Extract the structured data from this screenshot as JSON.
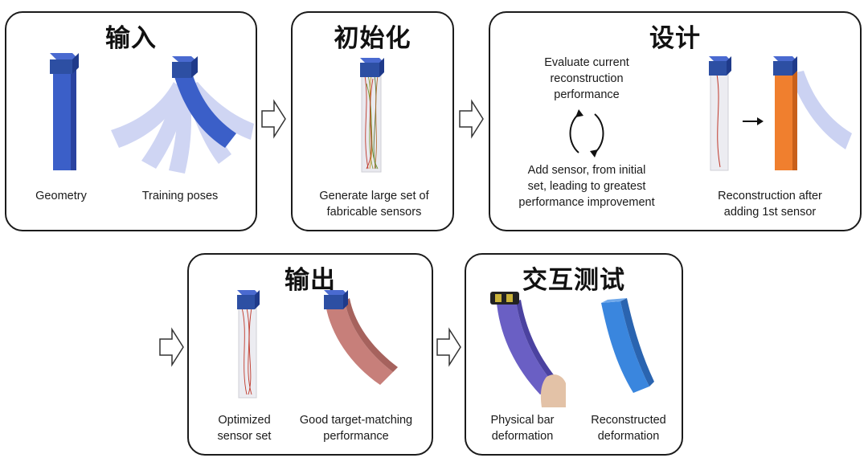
{
  "panels": {
    "input": {
      "title": "输入",
      "captions": {
        "geometry": "Geometry",
        "training_poses": "Training poses"
      }
    },
    "init": {
      "title": "初始化",
      "captions": {
        "generate_line1": "Generate large set of",
        "generate_line2": "fabricable sensors"
      }
    },
    "design": {
      "title": "设计",
      "captions": {
        "evaluate_line1": "Evaluate current",
        "evaluate_line2": "reconstruction",
        "evaluate_line3": "performance",
        "add_line1": "Add sensor, from initial",
        "add_line2": "set, leading to greatest",
        "add_line3": "performance improvement",
        "recon_line1": "Reconstruction after",
        "recon_line2": "adding 1st sensor"
      }
    },
    "output": {
      "title": "输出",
      "captions": {
        "optimized_line1": "Optimized",
        "optimized_line2": "sensor set",
        "good_line1": "Good target-matching",
        "good_line2": "performance"
      }
    },
    "test": {
      "title": "交互测试",
      "captions": {
        "physical_line1": "Physical bar",
        "physical_line2": "deformation",
        "recon_line1": "Reconstructed",
        "recon_line2": "deformation"
      }
    }
  },
  "colors": {
    "cap_blue": "#2d4fa3",
    "bar_blue": "#3b5fc8",
    "pose_lavender": "#a9b4ea",
    "sensor_red": "#c0392b",
    "highlight_orange": "#f07f2e",
    "output_rose": "#c77f7a",
    "physical_purple": "#6a5fc4",
    "recon_sky": "#3a86de"
  },
  "icons": [
    "hollow-right-arrow-icon",
    "cycle-arrow-icon",
    "black-right-arrow-icon"
  ]
}
